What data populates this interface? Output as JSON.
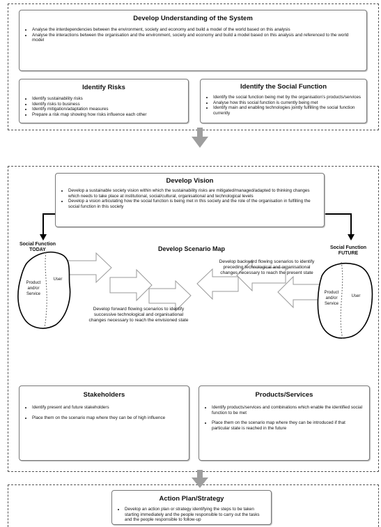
{
  "understanding": {
    "title": "Develop Understanding of the System",
    "items": [
      "Analyse the interdependencies between the environment, society and economy and build a model of the world based on this analysis",
      "Analyse the interactions between the organisation and the environment, society and economy and build a model based on this analysis and referenced to the world model"
    ]
  },
  "risks": {
    "title": "Identify Risks",
    "items": [
      "Identify sustainability risks",
      "Identify risks to business",
      "Identify mitigation/adaptation measures",
      "Prepare a risk map showing how risks influence each other"
    ]
  },
  "social_function": {
    "title": "Identify the Social Function",
    "items": [
      "Identify the social function being met by the organisation’s products/services",
      "Analyse how this social function is currently being met",
      "Identify main and enabling technologies jointly fulfilling the social function currently"
    ]
  },
  "vision": {
    "title": "Develop Vision",
    "items": [
      "Develop a sustainable society vision within which the sustainability risks are mitigated/managed/adapted to thinking changes which needs to take place at institutional, social/cultural, organisational and technological levels",
      "Develop a vision articulating how the social function is being met in this society and the role of the organisation in fulfilling the social function in this society"
    ]
  },
  "scenario": {
    "title": "Develop Scenario Map",
    "today_label": "Social Function\nTODAY",
    "future_label": "Social Function\nFUTURE",
    "product_label": "Product\nand/or\nService",
    "user_label": "User",
    "backward_text": "Develop backward flowing scenarios to identify preceding technological and organisational changes necessary to reach the present state",
    "forward_text": "Develop forward flowing scenarios to identify successive technological and organisational changes necessary to reach the envisioned state"
  },
  "stakeholders": {
    "title": "Stakeholders",
    "items": [
      "Identify present and future stakeholders",
      "Place them on the scenario map where they can be of high influence"
    ]
  },
  "products": {
    "title": "Products/Services",
    "items": [
      "Identify products/services and combinations which enable the identified social function to be met",
      "Place them on the scenario map where they can be introduced if that particular state is reached in the future"
    ]
  },
  "action": {
    "title": "Action Plan/Strategy",
    "items": [
      "Develop an action plan or strategy identifying the steps to be taken starting immediately and the people responsible to carry out the tasks and the people responsible to follow-up"
    ]
  }
}
